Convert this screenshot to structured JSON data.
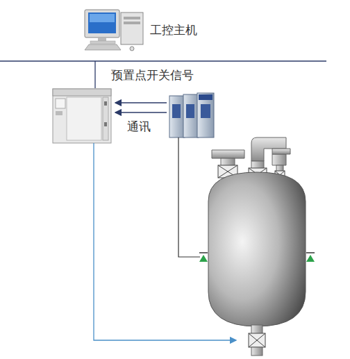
{
  "diagram": {
    "labels": [
      "工控主机",
      "预置点开关信号",
      "通讯"
    ]
  }
}
